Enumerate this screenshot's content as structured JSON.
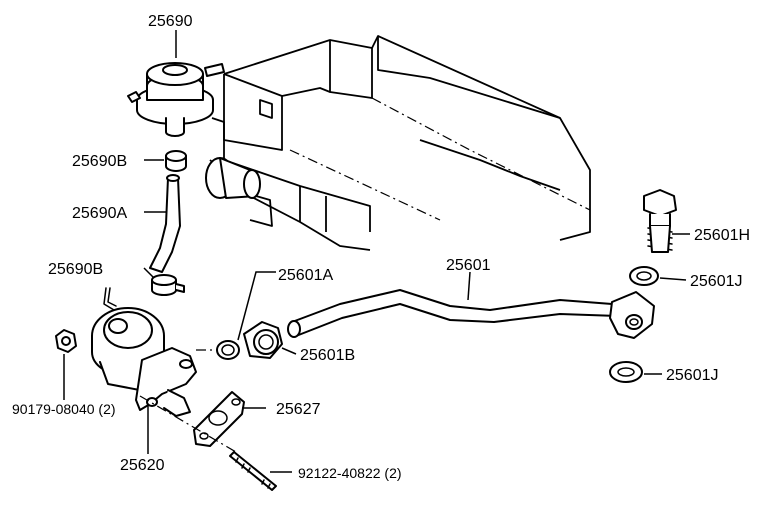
{
  "colors": {
    "line": "#000000",
    "background": "#ffffff"
  },
  "labels": {
    "p25690": "25690",
    "p25690B_upper": "25690B",
    "p25690A": "25690A",
    "p25690B_lower": "25690B",
    "p25601A": "25601A",
    "p25601": "25601",
    "p25601H": "25601H",
    "p25601J_upper": "25601J",
    "p25601J_lower": "25601J",
    "p25601B": "25601B",
    "p25627": "25627",
    "p25620": "25620",
    "p90179": "90179-08040 (2)",
    "p92122": "92122-40822 (2)"
  }
}
